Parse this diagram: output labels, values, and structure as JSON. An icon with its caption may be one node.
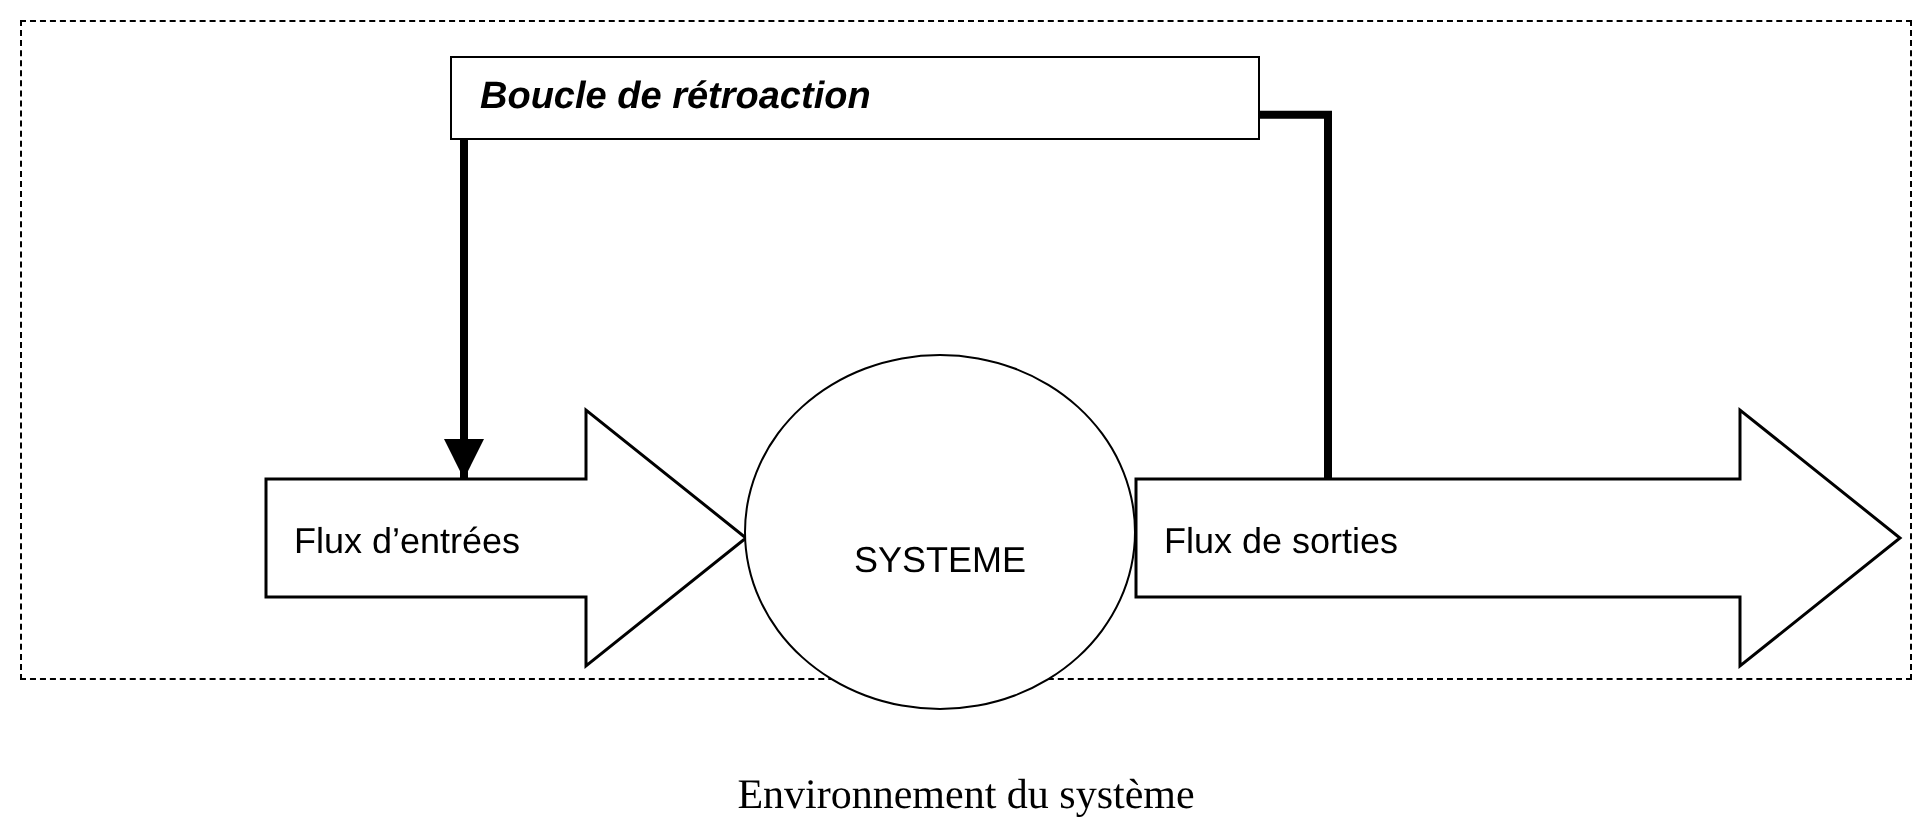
{
  "diagram": {
    "nodes": [
      {
        "text": [
          "Environnement du système"
        ]
      },
      {
        "text": [
          "Boucle de rétroaction"
        ],
        "in": 0
      },
      {
        "text": [
          "Flux d’entrées"
        ],
        "in": 0
      },
      {
        "text": [
          "SYSTEME"
        ],
        "in": 0
      },
      {
        "text": [
          "Flux de sorties"
        ],
        "in": 0
      }
    ],
    "edges": [
      {
        "from": 4,
        "to": 1,
        "arrow": "none"
      },
      {
        "from": 1,
        "to": 2,
        "arrow": "to"
      }
    ]
  }
}
